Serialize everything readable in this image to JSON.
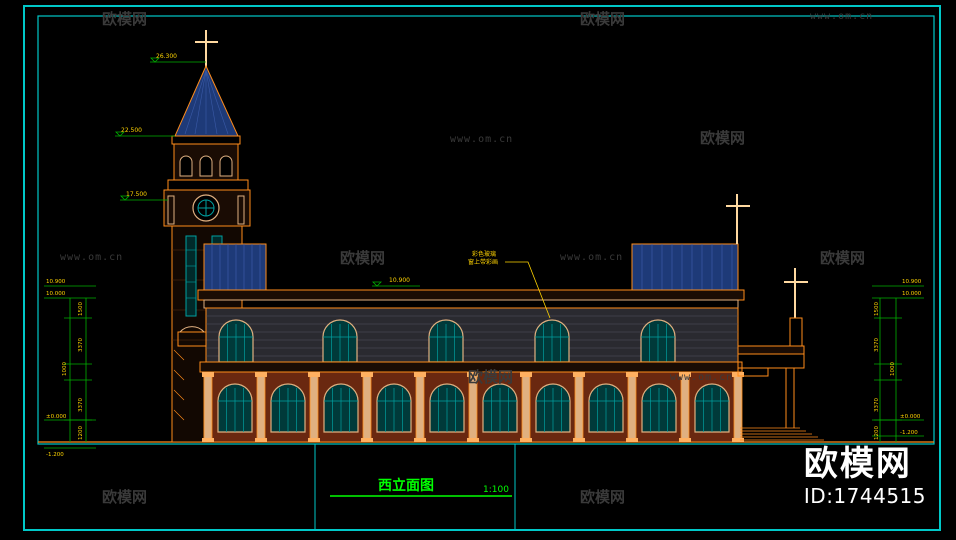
{
  "drawing": {
    "title": "西立面图",
    "scale": "1:100",
    "stained_glass_note_line1": "彩色玻璃",
    "stained_glass_note_line2": "窗上带彩画",
    "colors": {
      "frame": "#00c8c8",
      "outline": "#ff8c1a",
      "wall": "#e0b080",
      "brick": "#8a3a1a",
      "roof": "#2a4a8a",
      "glass": "#00a0a0",
      "title": "#00ff00",
      "dim": "#00b000",
      "text": "#ffd400"
    }
  },
  "elevations": {
    "top": "26.300",
    "belfry": "22.500",
    "clock": "17.500",
    "roof_mid": "10.900"
  },
  "left_dims": {
    "top_a": "10.900",
    "top_b": "10.000",
    "spans": [
      "1500",
      "3370",
      "1000",
      "3370",
      "1200"
    ],
    "ground_a": "±0.000",
    "ground_b": "-1.200"
  },
  "right_dims": {
    "top_a": "10.900",
    "top_b": "10.000",
    "spans": [
      "1500",
      "3370",
      "1000",
      "3370",
      "1200"
    ],
    "ground_a": "±0.000",
    "ground_b": "-1.200"
  },
  "watermark": {
    "brand": "欧模网",
    "url": "www.om.cn"
  },
  "badge": {
    "brand": "欧模网",
    "id_text": "ID:1744515"
  },
  "icons": [
    "cross-icon",
    "sofa-logo-icon"
  ]
}
